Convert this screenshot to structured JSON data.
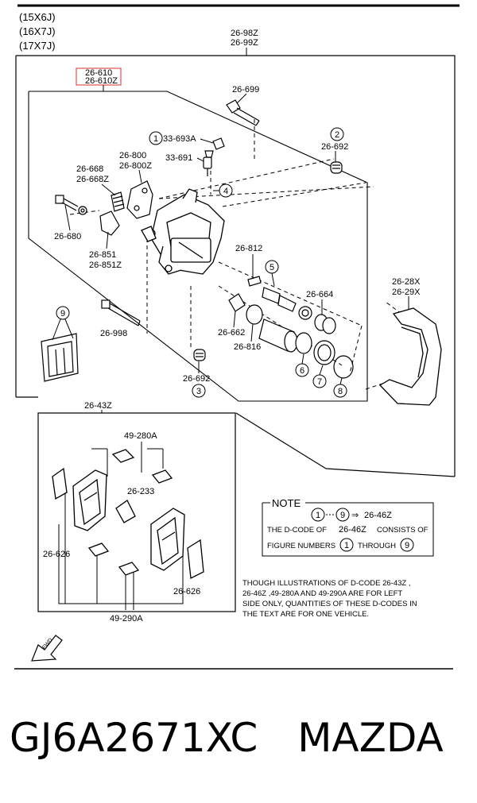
{
  "sizes": [
    "(15X6J)",
    "(16X7J)",
    "(17X7J)"
  ],
  "labels": {
    "l_26_98z": "26-98Z",
    "l_26_99z": "26-99Z",
    "l_26_610": "26-610",
    "l_26_610z": "26-610Z",
    "l_26_699": "26-699",
    "l_33_693a": "33-693A",
    "l_33_691": "33-691",
    "l_26_692_top": "26-692",
    "l_26_800": "26-800",
    "l_26_800z": "26-800Z",
    "l_26_668": "26-668",
    "l_26_668z": "26-668Z",
    "l_26_680": "26-680",
    "l_26_851": "26-851",
    "l_26_851z": "26-851Z",
    "l_26_812": "26-812",
    "l_26_664": "26-664",
    "l_26_28x": "26-28X",
    "l_26_29x": "26-29X",
    "l_26_662": "26-662",
    "l_26_816": "26-816",
    "l_26_998": "26-998",
    "l_26_692_bot": "26-692",
    "l_26_43z": "26-43Z",
    "l_49_280a": "49-280A",
    "l_26_233": "26-233",
    "l_26_626_left": "26-626",
    "l_26_626_right": "26-626",
    "l_49_290a": "49-290A"
  },
  "callouts": [
    "1",
    "2",
    "3",
    "4",
    "5",
    "6",
    "7",
    "8",
    "9"
  ],
  "note": {
    "title": "NOTE",
    "from": "1",
    "to": "9",
    "arrow": "⇒",
    "code": "26-46Z",
    "line2a": "THE D-CODE OF",
    "line2code": "26-46Z",
    "line2b": "CONSISTS OF",
    "line3a": "FIGURE NUMBERS",
    "line3b": "THROUGH"
  },
  "disclaimer": [
    "THOUGH ILLUSTRATIONS OF D-CODE 26-43Z ,",
    "26-46Z ,49-280A AND 49-290A ARE FOR LEFT",
    "SIDE ONLY, QUANTITIES OF THESE D-CODES IN",
    "THE TEXT ARE FOR ONE VEHICLE."
  ],
  "fwd": "FWD",
  "part_number": "GJ6A2671XC",
  "brand": "MAZDA",
  "colors": {
    "highlight": "#e05050",
    "ink": "#000000"
  }
}
